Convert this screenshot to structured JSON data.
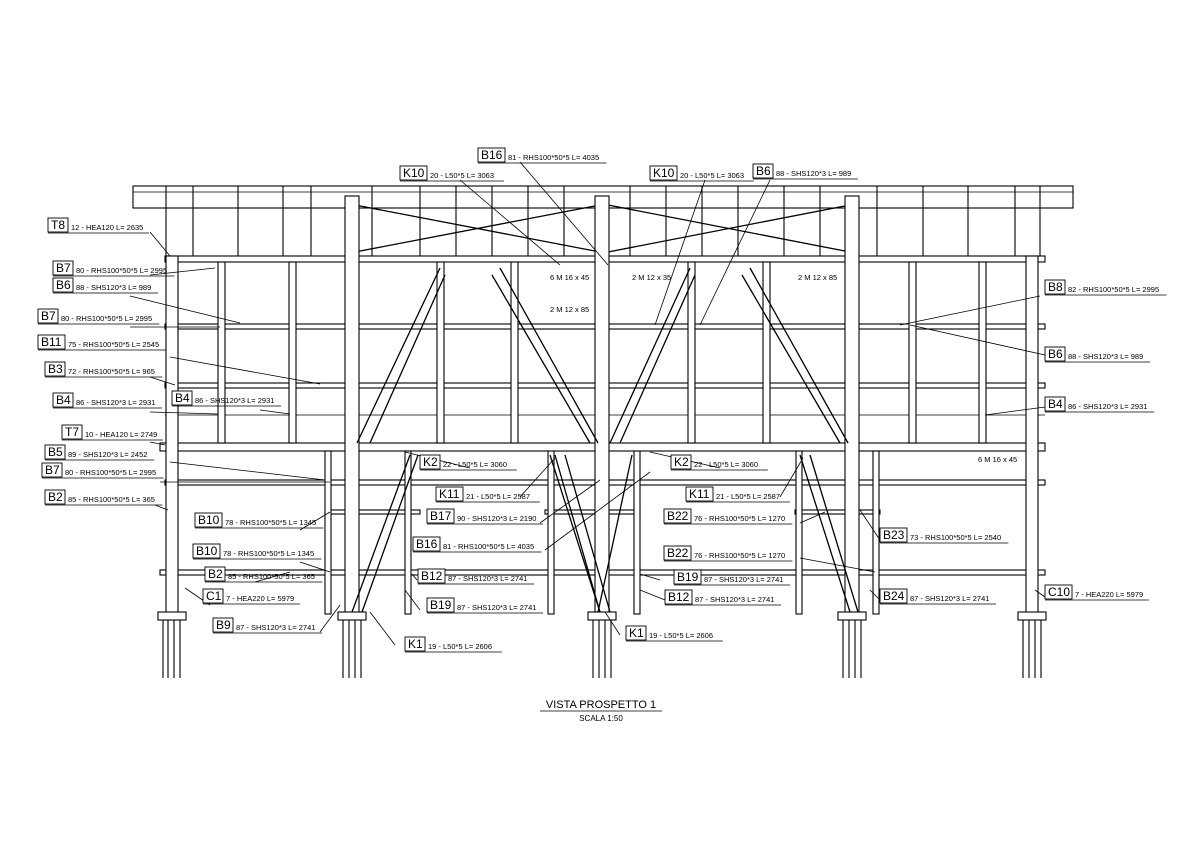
{
  "title": "VISTA PROSPETTO 1",
  "scale": "SCALA  1:50",
  "labels": [
    {
      "tag": "B16",
      "desc": "81 - RHS100*50*5 L= 4035"
    },
    {
      "tag": "K10",
      "desc": "20 - L50*5 L= 3063"
    },
    {
      "tag": "K10",
      "desc": "20 - L50*5 L= 3063"
    },
    {
      "tag": "B6",
      "desc": "88 - SHS120*3 L= 989"
    },
    {
      "tag": "T8",
      "desc": "12 - HEA120 L= 2635"
    },
    {
      "tag": "B7",
      "desc": "80 - RHS100*50*5 L= 2995"
    },
    {
      "tag": "B6",
      "desc": "88 - SHS120*3 L= 989"
    },
    {
      "tag": "B7",
      "desc": "80 - RHS100*50*5 L= 2995"
    },
    {
      "tag": "B11",
      "desc": "75 - RHS100*50*5 L= 2545"
    },
    {
      "tag": "B3",
      "desc": "72 - RHS100*50*5 L= 965"
    },
    {
      "tag": "B4",
      "desc": "86 - SHS120*3 L= 2931"
    },
    {
      "tag": "B4",
      "desc": "86 - SHS120*3 L= 2931"
    },
    {
      "tag": "T7",
      "desc": "10 - HEA120 L= 2749"
    },
    {
      "tag": "B5",
      "desc": "89 - SHS120*3 L= 2452"
    },
    {
      "tag": "B7",
      "desc": "80 - RHS100*50*5 L= 2995"
    },
    {
      "tag": "B2",
      "desc": "85 - RHS100*50*5 L= 365"
    },
    {
      "tag": "B10",
      "desc": "78 - RHS100*50*5 L= 1345"
    },
    {
      "tag": "B10",
      "desc": "78 - RHS100*50*5 L= 1345"
    },
    {
      "tag": "B2",
      "desc": "85 - RHS100*50*5 L= 365"
    },
    {
      "tag": "C1",
      "desc": "7 - HEA220 L= 5979"
    },
    {
      "tag": "B9",
      "desc": "87 - SHS120*3 L= 2741"
    },
    {
      "tag": "K2",
      "desc": "22 - L50*5 L= 3060"
    },
    {
      "tag": "K11",
      "desc": "21 - L50*5 L= 2587"
    },
    {
      "tag": "B17",
      "desc": "90 - SHS120*3 L= 2190"
    },
    {
      "tag": "B16",
      "desc": "81 - RHS100*50*5 L= 4035"
    },
    {
      "tag": "B12",
      "desc": "87 - SHS120*3 L= 2741"
    },
    {
      "tag": "B19",
      "desc": "87 - SHS120*3 L= 2741"
    },
    {
      "tag": "K1",
      "desc": "19 - L50*5 L= 2606"
    },
    {
      "tag": "K2",
      "desc": "22 - L50*5 L= 3060"
    },
    {
      "tag": "K11",
      "desc": "21 - L50*5 L= 2587"
    },
    {
      "tag": "B22",
      "desc": "76 - RHS100*50*5 L= 1270"
    },
    {
      "tag": "B22",
      "desc": "76 - RHS100*50*5 L= 1270"
    },
    {
      "tag": "B19",
      "desc": "87 - SHS120*3 L= 2741"
    },
    {
      "tag": "B12",
      "desc": "87 - SHS120*3 L= 2741"
    },
    {
      "tag": "K1",
      "desc": "19 - L50*5 L= 2606"
    },
    {
      "tag": "B8",
      "desc": "82 - RHS100*50*5 L= 2995"
    },
    {
      "tag": "B6",
      "desc": "88 - SHS120*3 L= 989"
    },
    {
      "tag": "B4",
      "desc": "86 - SHS120*3 L= 2931"
    },
    {
      "tag": "B23",
      "desc": "73 - RHS100*50*5 L= 2540"
    },
    {
      "tag": "B24",
      "desc": "87 - SHS120*3 L= 2741"
    },
    {
      "tag": "C10",
      "desc": "7 - HEA220 L= 5979"
    }
  ],
  "bolt_notes": [
    "6 M 16 x 45",
    "2 M 12 x 35",
    "2 M 12 x 85",
    "2 M 12 x 85",
    "6 M 16 x 45"
  ]
}
